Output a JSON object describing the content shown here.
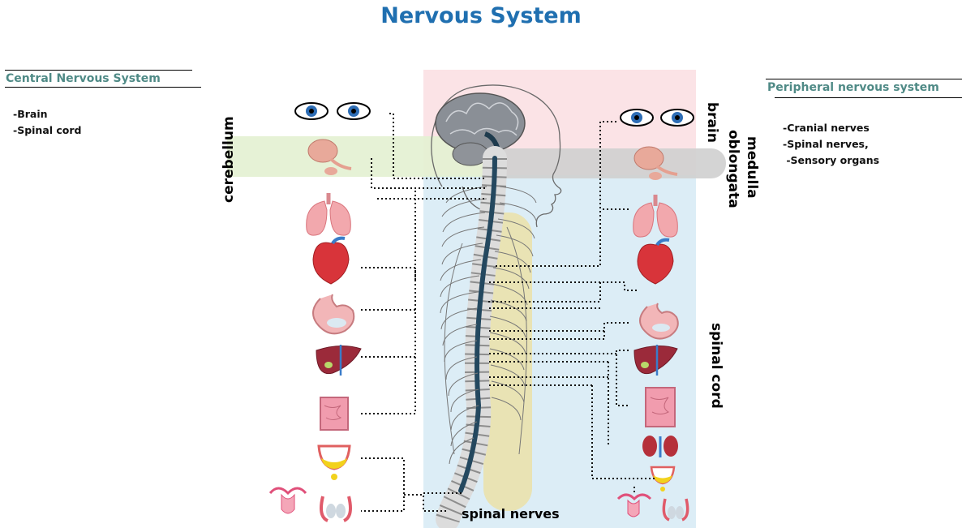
{
  "title": "Nervous System",
  "central": {
    "heading": "Central Nervous System",
    "items": [
      "-Brain",
      "-Spinal cord"
    ]
  },
  "peripheral": {
    "heading": "Peripheral nervous system",
    "items": [
      "-Cranial nerves",
      "-Spinal nerves,",
      " -Sensory organs"
    ]
  },
  "labels": {
    "cerebellum": "cerebellum",
    "brain": "brain",
    "medulla_line1": "medulla",
    "medulla_line2": "oblongata",
    "spinal_cord": "spinal cord",
    "spinal_nerves": "spinal nerves"
  },
  "organs": [
    "eyes",
    "ovary",
    "lungs",
    "heart",
    "stomach",
    "liver",
    "intestines",
    "bladder",
    "reproductive-organs"
  ],
  "colors": {
    "title": "#1f6fb0",
    "heading": "#4f8a86",
    "cerebellum_band": "#e3f1d2",
    "medulla_band": "#d3d3d3",
    "brain_zone": "#fbe3e6",
    "body_zone": "#dcedf6",
    "spinal_highlight": "#ebe0a8"
  }
}
